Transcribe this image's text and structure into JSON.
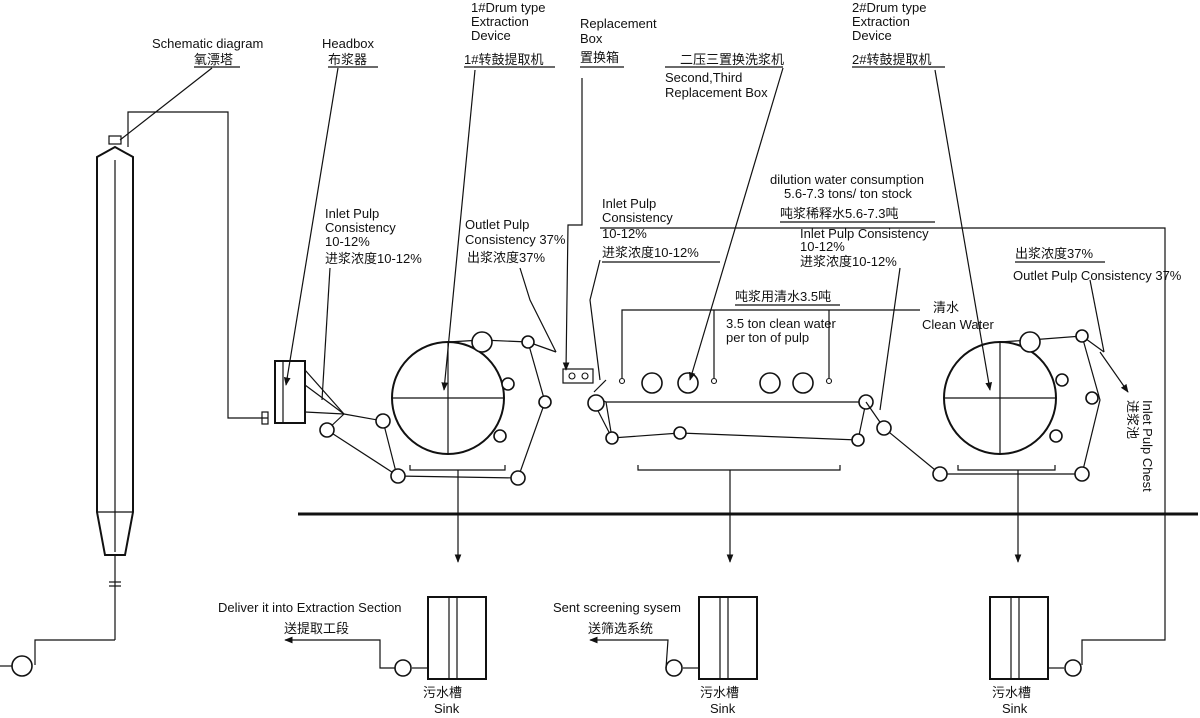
{
  "labels": {
    "schematic_en": "Schematic diagram",
    "schematic_cn": "氧漂塔",
    "headbox_en": "Headbox",
    "headbox_cn": "布浆器",
    "drum1_en_1": "1#Drum type",
    "drum1_en_2": "Extraction",
    "drum1_en_3": "Device",
    "drum1_cn": "1#转鼓提取机",
    "replbox_en_1": "Replacement",
    "replbox_en_2": "Box",
    "replbox_cn": "置换箱",
    "second_third_cn": "二压三置换洗浆机",
    "second_third_en_1": "Second,Third",
    "second_third_en_2": "Replacement Box",
    "drum2_en_1": "2#Drum type",
    "drum2_en_2": "Extraction",
    "drum2_en_3": "Device",
    "drum2_cn": "2#转鼓提取机",
    "dilution_en_1": "dilution  water consumption",
    "dilution_en_2": "5.6-7.3 tons/ ton stock",
    "dilution_cn": "吨浆稀释水5.6-7.3吨",
    "inlet1_en_1": "Inlet Pulp",
    "inlet1_en_2": "Consistency",
    "inlet1_val": "10-12%",
    "inlet1_cn": "进浆浓度10-12%",
    "outlet1_en_1": "Outlet Pulp",
    "outlet1_en_2": "Consistency 37%",
    "outlet1_cn": "出浆浓度37%",
    "inlet2_en_1": "Inlet Pulp",
    "inlet2_en_2": "Consistency",
    "inlet2_val": "10-12%",
    "inlet2_cn": "进浆浓度10-12%",
    "inlet3_en": "Inlet Pulp Consistency",
    "inlet3_val": "10-12%",
    "inlet3_cn": "进浆浓度10-12%",
    "outlet2_cn": "出浆浓度37%",
    "outlet2_en": "Outlet Pulp Consistency 37%",
    "clean_cn": "清水",
    "clean_en": "Clean Water",
    "clean_per_cn": "吨浆用清水3.5吨",
    "clean_per_en_1": "3.5 ton clean water",
    "clean_per_en_2": "per ton of pulp",
    "inlet_chest_cn": "进浆池",
    "inlet_chest_en": "Inlet Pulp Chest",
    "deliver_en": "Deliver it into Extraction Section",
    "deliver_cn": "送提取工段",
    "screening_en": "Sent screening sysem",
    "screening_cn": "送筛选系统",
    "sink1_cn": "污水槽",
    "sink1_en": "Sink",
    "sink2_cn": "污水槽",
    "sink2_en": "Sink",
    "sink3_cn": "污水槽",
    "sink3_en": "Sink"
  }
}
